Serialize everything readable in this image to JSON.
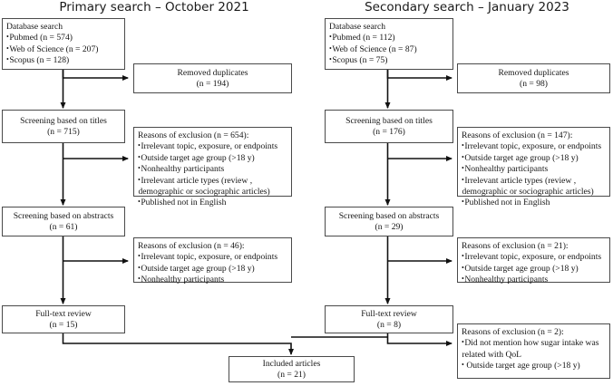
{
  "headers": {
    "primary": "Primary search – October 2021",
    "secondary": "Secondary search – January 2023"
  },
  "primary": {
    "database": {
      "title": "Database search",
      "items": [
        "Pubmed (n = 574)",
        "Web of Science  (n = 207)",
        "Scopus (n = 128)"
      ]
    },
    "duplicates": {
      "label": "Removed duplicates",
      "count": "(n = 194)"
    },
    "screen_titles": {
      "label": "Screening  based on titles",
      "count": "(n = 715)"
    },
    "excl_titles": {
      "heading": "Reasons of exclusion  (n = 654):",
      "items": [
        "Irrelevant  topic, exposure, or endpoints",
        "Outside  target age group (>18 y)",
        "Nonhealthy  participants",
        "Irrelevant  article  types (review ,",
        "demographic  or sociographic  articles)",
        "Published  not in English"
      ]
    },
    "screen_abstracts": {
      "label": "Screening  based on abstracts",
      "count": "(n = 61)"
    },
    "excl_abstracts": {
      "heading": "Reasons of exclusion  (n = 46):",
      "items": [
        "Irrelevant  topic, exposure, or endpoints",
        "Outside  target age group (>18 y)",
        "Nonhealthy  participants"
      ]
    },
    "fulltext": {
      "label": "Full-text  review",
      "count": "(n = 15)"
    }
  },
  "secondary": {
    "database": {
      "title": "Database search",
      "items": [
        "Pubmed (n = 112)",
        "Web of Science  (n = 87)",
        "Scopus (n = 75)"
      ]
    },
    "duplicates": {
      "label": "Removed duplicates",
      "count": "(n = 98)"
    },
    "screen_titles": {
      "label": "Screening  based on titles",
      "count": "(n = 176)"
    },
    "excl_titles": {
      "heading": "Reasons of exclusion  (n = 147):",
      "items": [
        "Irrelevant  topic, exposure, or endpoints",
        "Outside  target age group (>18 y)",
        "Nonhealthy  participants",
        "Irrelevant  article  types (review ,",
        "demographic  or sociographic  articles)",
        "Published  not in English"
      ]
    },
    "screen_abstracts": {
      "label": "Screening  based on abstracts",
      "count": "(n = 29)"
    },
    "excl_abstracts": {
      "heading": "Reasons of exclusion  (n = 21):",
      "items": [
        "Irrelevant  topic, exposure, or endpoints",
        "Outside  target age group (>18 y)",
        "Nonhealthy  participants"
      ]
    },
    "fulltext": {
      "label": "Full-text  review",
      "count": "(n = 8)"
    },
    "excl_fulltext": {
      "heading": "Reasons of exclusion  (n = 2):",
      "items": [
        "Did not mention  how sugar intake  was",
        "related  with QoL",
        "Outside  target age group (>18 y)"
      ]
    }
  },
  "included": {
    "label": "Included  articles",
    "count": "(n = 21)"
  },
  "colors": {
    "border": "#4a4a4a",
    "arrow": "#111111",
    "text": "#151515",
    "background": "#ffffff"
  }
}
